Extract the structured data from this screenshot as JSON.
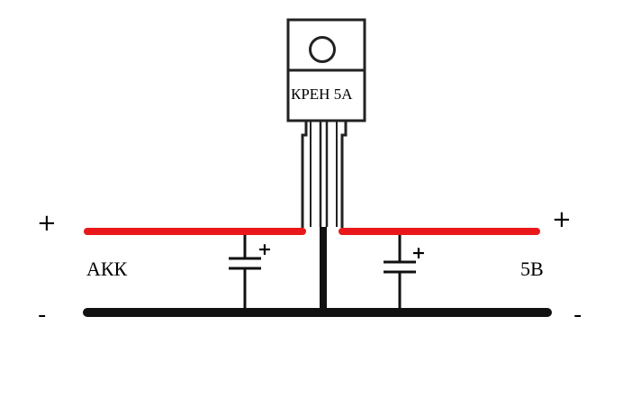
{
  "regulator": {
    "label": "КРЕН 5А"
  },
  "input": {
    "plus_label": "+",
    "minus_label": "-",
    "name": "АКК"
  },
  "output": {
    "plus_label": "+",
    "minus_label": "-",
    "name": "5В"
  },
  "capacitors": {
    "left_polarity": "+",
    "right_polarity": "+"
  },
  "colors": {
    "positive_rail": "#e8181b",
    "ground_rail": "#111111",
    "outline": "#222222",
    "background": "#ffffff"
  }
}
